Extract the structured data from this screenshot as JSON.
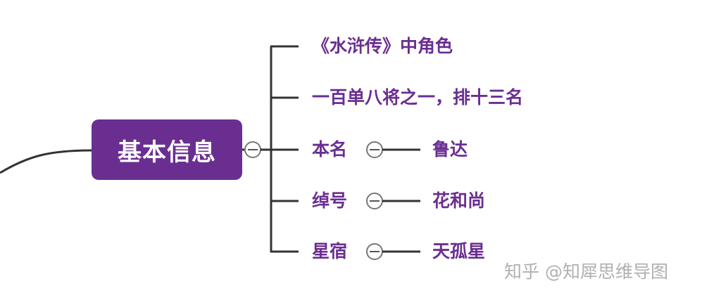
{
  "central_topic": "基本信息",
  "branches": [
    {
      "label": "《水浒传》中角色"
    },
    {
      "label": "一百单八将之一，排十三名"
    },
    {
      "label": "本名",
      "value": "鲁达"
    },
    {
      "label": "绰号",
      "value": "花和尚"
    },
    {
      "label": "星宿",
      "value": "天孤星"
    }
  ],
  "watermark": "知乎 @知犀思维导图",
  "colors": {
    "accent": "#6a2e91",
    "line": "#333333",
    "watermark": "#b0b0b0"
  },
  "icons": {
    "collapse": "collapse-minus-icon"
  }
}
